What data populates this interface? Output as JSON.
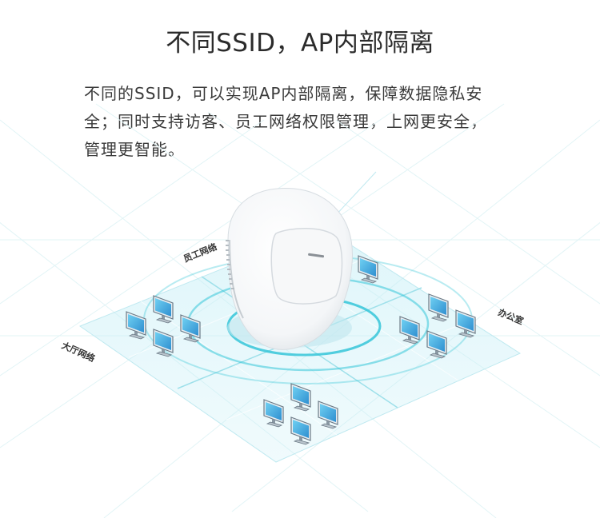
{
  "heading": "不同SSID，AP内部隔离",
  "description": {
    "line1": "不同的SSID，可以实现AP内部隔离，保障数据隐私安",
    "line2": "全；同时支持访客、员工网络权限管理，上网更安全，",
    "line3": "管理更智能。"
  },
  "zones": {
    "staff": "员工网络",
    "office": "办公室",
    "lobby": "大厅网络"
  },
  "colors": {
    "accent": "#1fb8cf",
    "ring": "#38c9d9",
    "grid": "#dff3f5",
    "floor": "#c9f0f6",
    "monitor": "#3aa4d8"
  },
  "icons": [
    "access-point-icon",
    "computer-monitor-icon"
  ]
}
